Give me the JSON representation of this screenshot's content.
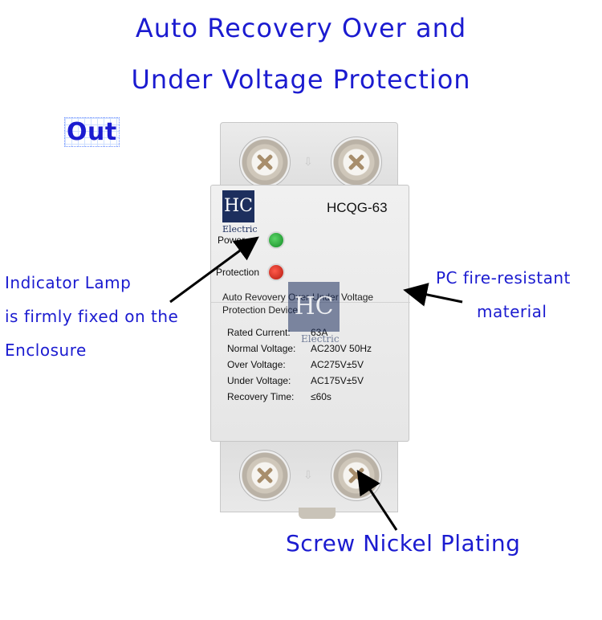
{
  "title": {
    "line1": "Auto Recovery Over and",
    "line2": "Under Voltage Protection"
  },
  "out_label": "Out",
  "annotations": {
    "indicator": [
      "Indicator Lamp",
      "is firmly fixed on the",
      "Enclosure"
    ],
    "material": [
      "PC fire-resistant",
      "material"
    ],
    "screw": "Screw Nickel Plating"
  },
  "device": {
    "logo_text": "HC",
    "logo_sub": "Electric",
    "model": "HCQG-63",
    "power_label": "Power",
    "protection_label": "Protection",
    "description": [
      "Auto Revovery Over-Under Voltage",
      "Protection Device"
    ],
    "specs": [
      {
        "label": "Rated Current:",
        "value": "63A"
      },
      {
        "label": "Normal Voltage:",
        "value": "AC230V 50Hz"
      },
      {
        "label": "Over Voltage:",
        "value": "AC275V±5V"
      },
      {
        "label": "Under Voltage:",
        "value": "AC175V±5V"
      },
      {
        "label": "Recovery Time:",
        "value": "≤60s"
      }
    ],
    "watermark_text": "HC",
    "watermark_sub": "Electric"
  },
  "colors": {
    "annotation_blue": "#1b1bd0",
    "logo_navy": "#1d2f5e",
    "power_led": "#1fa030",
    "protection_led": "#d0281a"
  }
}
